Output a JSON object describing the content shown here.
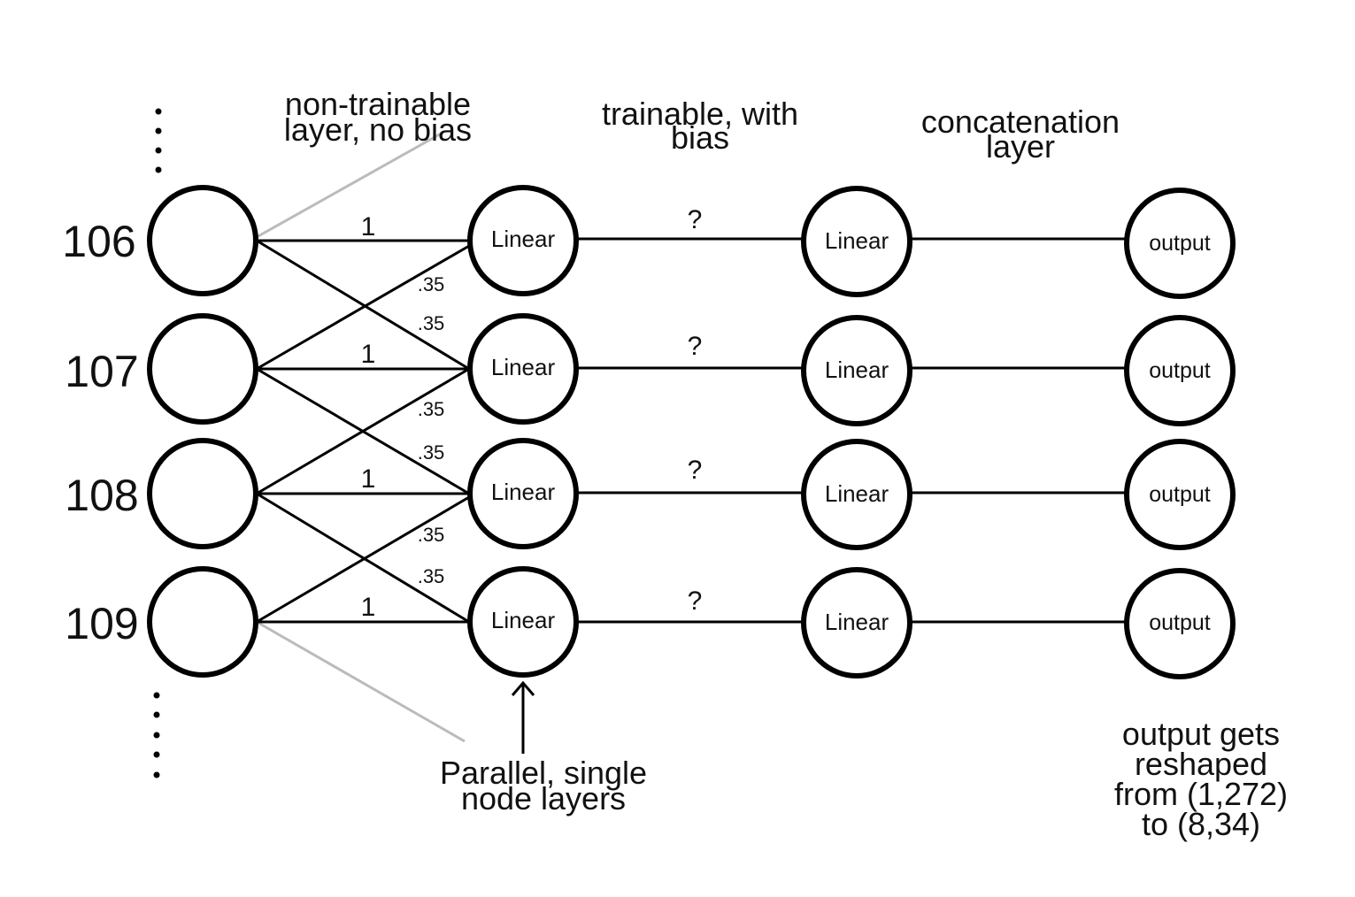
{
  "inputs": [
    "106",
    "107",
    "108",
    "109"
  ],
  "nodes": {
    "linear": "Linear",
    "output": "output"
  },
  "weights": {
    "direct": "1",
    "cross": ".35",
    "unknown": "?"
  },
  "annotations": {
    "nontrainable": [
      "non-trainable",
      "layer, no bias"
    ],
    "trainable": [
      "trainable, with",
      "bias"
    ],
    "concatenation": [
      "concatenation",
      "layer"
    ],
    "parallel": [
      "Parallel, single",
      "node layers"
    ],
    "output_reshape": [
      "output gets",
      "reshaped",
      "from (1,272)",
      "to (8,34)"
    ]
  }
}
